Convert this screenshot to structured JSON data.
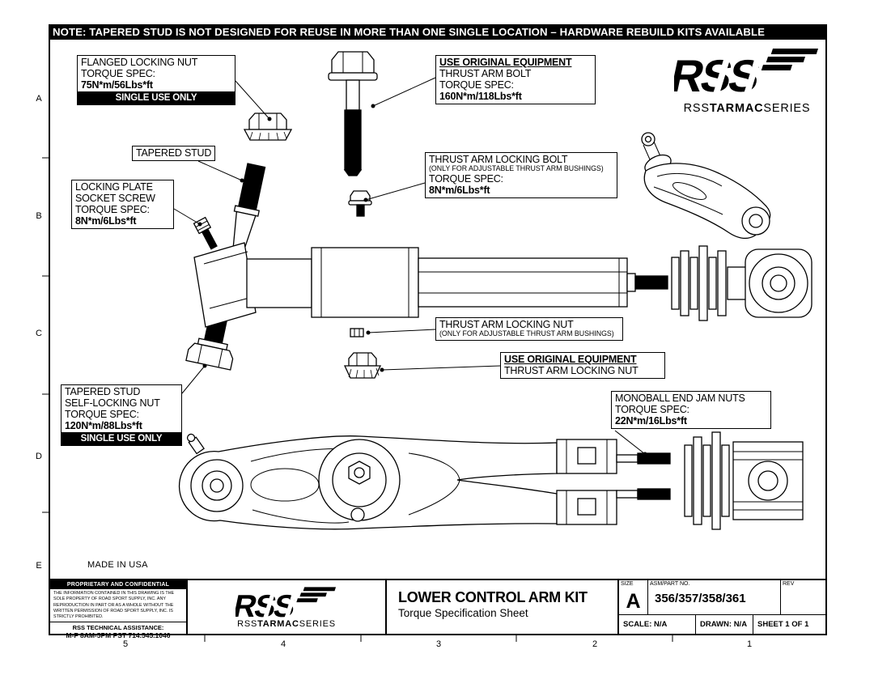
{
  "colors": {
    "ink": "#000000",
    "paper": "#ffffff"
  },
  "note_banner": "NOTE: TAPERED STUD IS NOT DESIGNED FOR REUSE IN MORE THAN ONE SINGLE LOCATION – HARDWARE REBUILD KITS AVAILABLE",
  "grid": {
    "rows": [
      "A",
      "B",
      "C",
      "D",
      "E"
    ],
    "cols": [
      "5",
      "4",
      "3",
      "2",
      "1"
    ]
  },
  "logo": {
    "name": "RSS",
    "series_prefix": "RSS",
    "series_mid": "TARMAC",
    "series_suffix": "SERIES"
  },
  "made_in": "MADE IN USA",
  "callouts": {
    "flanged_locking_nut": {
      "title": "FLANGED LOCKING NUT",
      "spec_label": "TORQUE SPEC:",
      "spec_value": "75N*m/56Lbs*ft",
      "badge": "SINGLE USE ONLY"
    },
    "tapered_stud": {
      "title": "TAPERED STUD"
    },
    "locking_plate_socket_screw": {
      "line1": "LOCKING PLATE",
      "line2": "SOCKET SCREW",
      "spec_label": "TORQUE SPEC:",
      "spec_value": "8N*m/6Lbs*ft"
    },
    "thrust_arm_bolt": {
      "header": "USE ORIGINAL EQUIPMENT",
      "title": "THRUST ARM BOLT",
      "spec_label": "TORQUE SPEC:",
      "spec_value": "160N*m/118Lbs*ft"
    },
    "thrust_arm_locking_bolt": {
      "title": "THRUST ARM LOCKING BOLT",
      "subtitle": "(ONLY FOR ADJUSTABLE THRUST ARM BUSHINGS)",
      "spec_label": "TORQUE SPEC:",
      "spec_value": "8N*m/6Lbs*ft"
    },
    "thrust_arm_locking_nut": {
      "title": "THRUST ARM LOCKING NUT",
      "subtitle": "(ONLY FOR ADJUSTABLE THRUST ARM BUSHINGS)"
    },
    "oe_thrust_arm_locking_nut": {
      "header": "USE ORIGINAL EQUIPMENT",
      "title": "THRUST ARM LOCKING NUT"
    },
    "tapered_stud_self_locking_nut": {
      "line1": "TAPERED STUD",
      "line2": "SELF-LOCKING NUT",
      "spec_label": "TORQUE SPEC:",
      "spec_value": "120N*m/88Lbs*ft",
      "badge": "SINGLE USE ONLY"
    },
    "monoball_end_jam_nuts": {
      "title": "MONOBALL END JAM NUTS",
      "spec_label": "TORQUE SPEC:",
      "spec_value": "22N*m/16Lbs*ft"
    }
  },
  "title_block": {
    "proprietary_header": "PROPRIETARY AND CONFIDENTIAL",
    "proprietary_text": "THE INFORMATION CONTAINED IN THIS DRAWING IS THE SOLE PROPERTY OF ROAD SPORT SUPPLY, INC. ANY REPRODUCTION IN PART OR AS A WHOLE WITHOUT THE WRITTEN PERMISSION OF ROAD SPORT SUPPLY, INC. IS STRICTLY PROHIBITED.",
    "assistance_label": "RSS TECHNICAL ASSISTANCE:",
    "assistance_value": "M-F 8AM-5PM PST  714.545.1046",
    "title": "LOWER CONTROL ARM KIT",
    "subtitle": "Torque Specification Sheet",
    "size_label": "SIZE",
    "size_value": "A",
    "part_label": "ASM/PART NO.",
    "part_value": "356/357/358/361",
    "rev_label": "REV",
    "scale": "SCALE: N/A",
    "drawn": "DRAWN: N/A",
    "sheet": "SHEET 1 OF 1"
  }
}
